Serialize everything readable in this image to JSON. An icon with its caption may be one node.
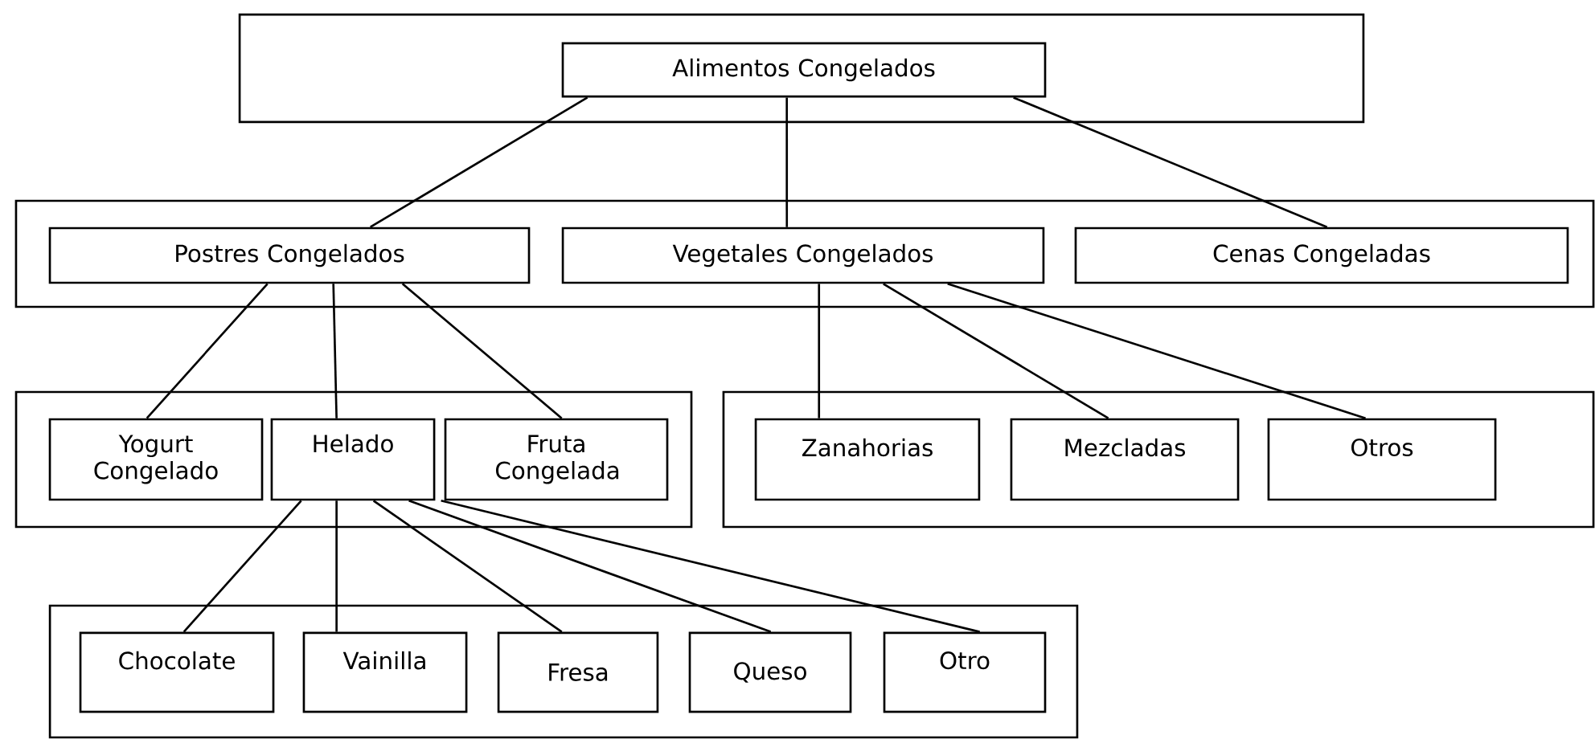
{
  "diagram": {
    "nodes": [
      {
        "text": [],
        "shape": "box"
      },
      {
        "text": [
          "Alimentos Congelados"
        ],
        "in": 0
      },
      {
        "text": [],
        "shape": "box"
      },
      {
        "text": [
          "Postres Congelados"
        ],
        "in": 2
      },
      {
        "text": [
          "Vegetales Congelados"
        ],
        "in": 2
      },
      {
        "text": [
          "Cenas Congeladas"
        ],
        "in": 2
      },
      {
        "text": [],
        "shape": "box"
      },
      {
        "text": [
          "Yogurt Congelado"
        ],
        "in": 6
      },
      {
        "text": [
          "Helado"
        ],
        "in": 6
      },
      {
        "text": [
          "Fruta Congelada"
        ],
        "in": 6
      },
      {
        "text": [],
        "shape": "box"
      },
      {
        "text": [
          "Zanahorias"
        ],
        "in": 10
      },
      {
        "text": [
          "Mezcladas"
        ],
        "in": 10
      },
      {
        "text": [
          "Otros"
        ],
        "in": 10
      },
      {
        "text": [],
        "shape": "box"
      },
      {
        "text": [
          "Chocolate"
        ],
        "in": 14
      },
      {
        "text": [
          "Vainilla"
        ],
        "in": 14
      },
      {
        "text": [
          "Fresa"
        ],
        "in": 14
      },
      {
        "text": [
          "Queso"
        ],
        "in": 14
      },
      {
        "text": [
          "Otro"
        ],
        "in": 14
      }
    ],
    "edges": [
      {
        "from": 1,
        "to": 3,
        "arrow": "none"
      },
      {
        "from": 1,
        "to": 4,
        "arrow": "none"
      },
      {
        "from": 1,
        "to": 5,
        "arrow": "none"
      },
      {
        "from": 3,
        "to": 7,
        "arrow": "none"
      },
      {
        "from": 3,
        "to": 8,
        "arrow": "none"
      },
      {
        "from": 3,
        "to": 9,
        "arrow": "none"
      },
      {
        "from": 4,
        "to": 11,
        "arrow": "none"
      },
      {
        "from": 4,
        "to": 12,
        "arrow": "none"
      },
      {
        "from": 4,
        "to": 13,
        "arrow": "none"
      },
      {
        "from": 8,
        "to": 15,
        "arrow": "none"
      },
      {
        "from": 8,
        "to": 16,
        "arrow": "none"
      },
      {
        "from": 8,
        "to": 17,
        "arrow": "none"
      },
      {
        "from": 8,
        "to": 18,
        "arrow": "none"
      },
      {
        "from": 8,
        "to": 19,
        "arrow": "none"
      }
    ]
  }
}
